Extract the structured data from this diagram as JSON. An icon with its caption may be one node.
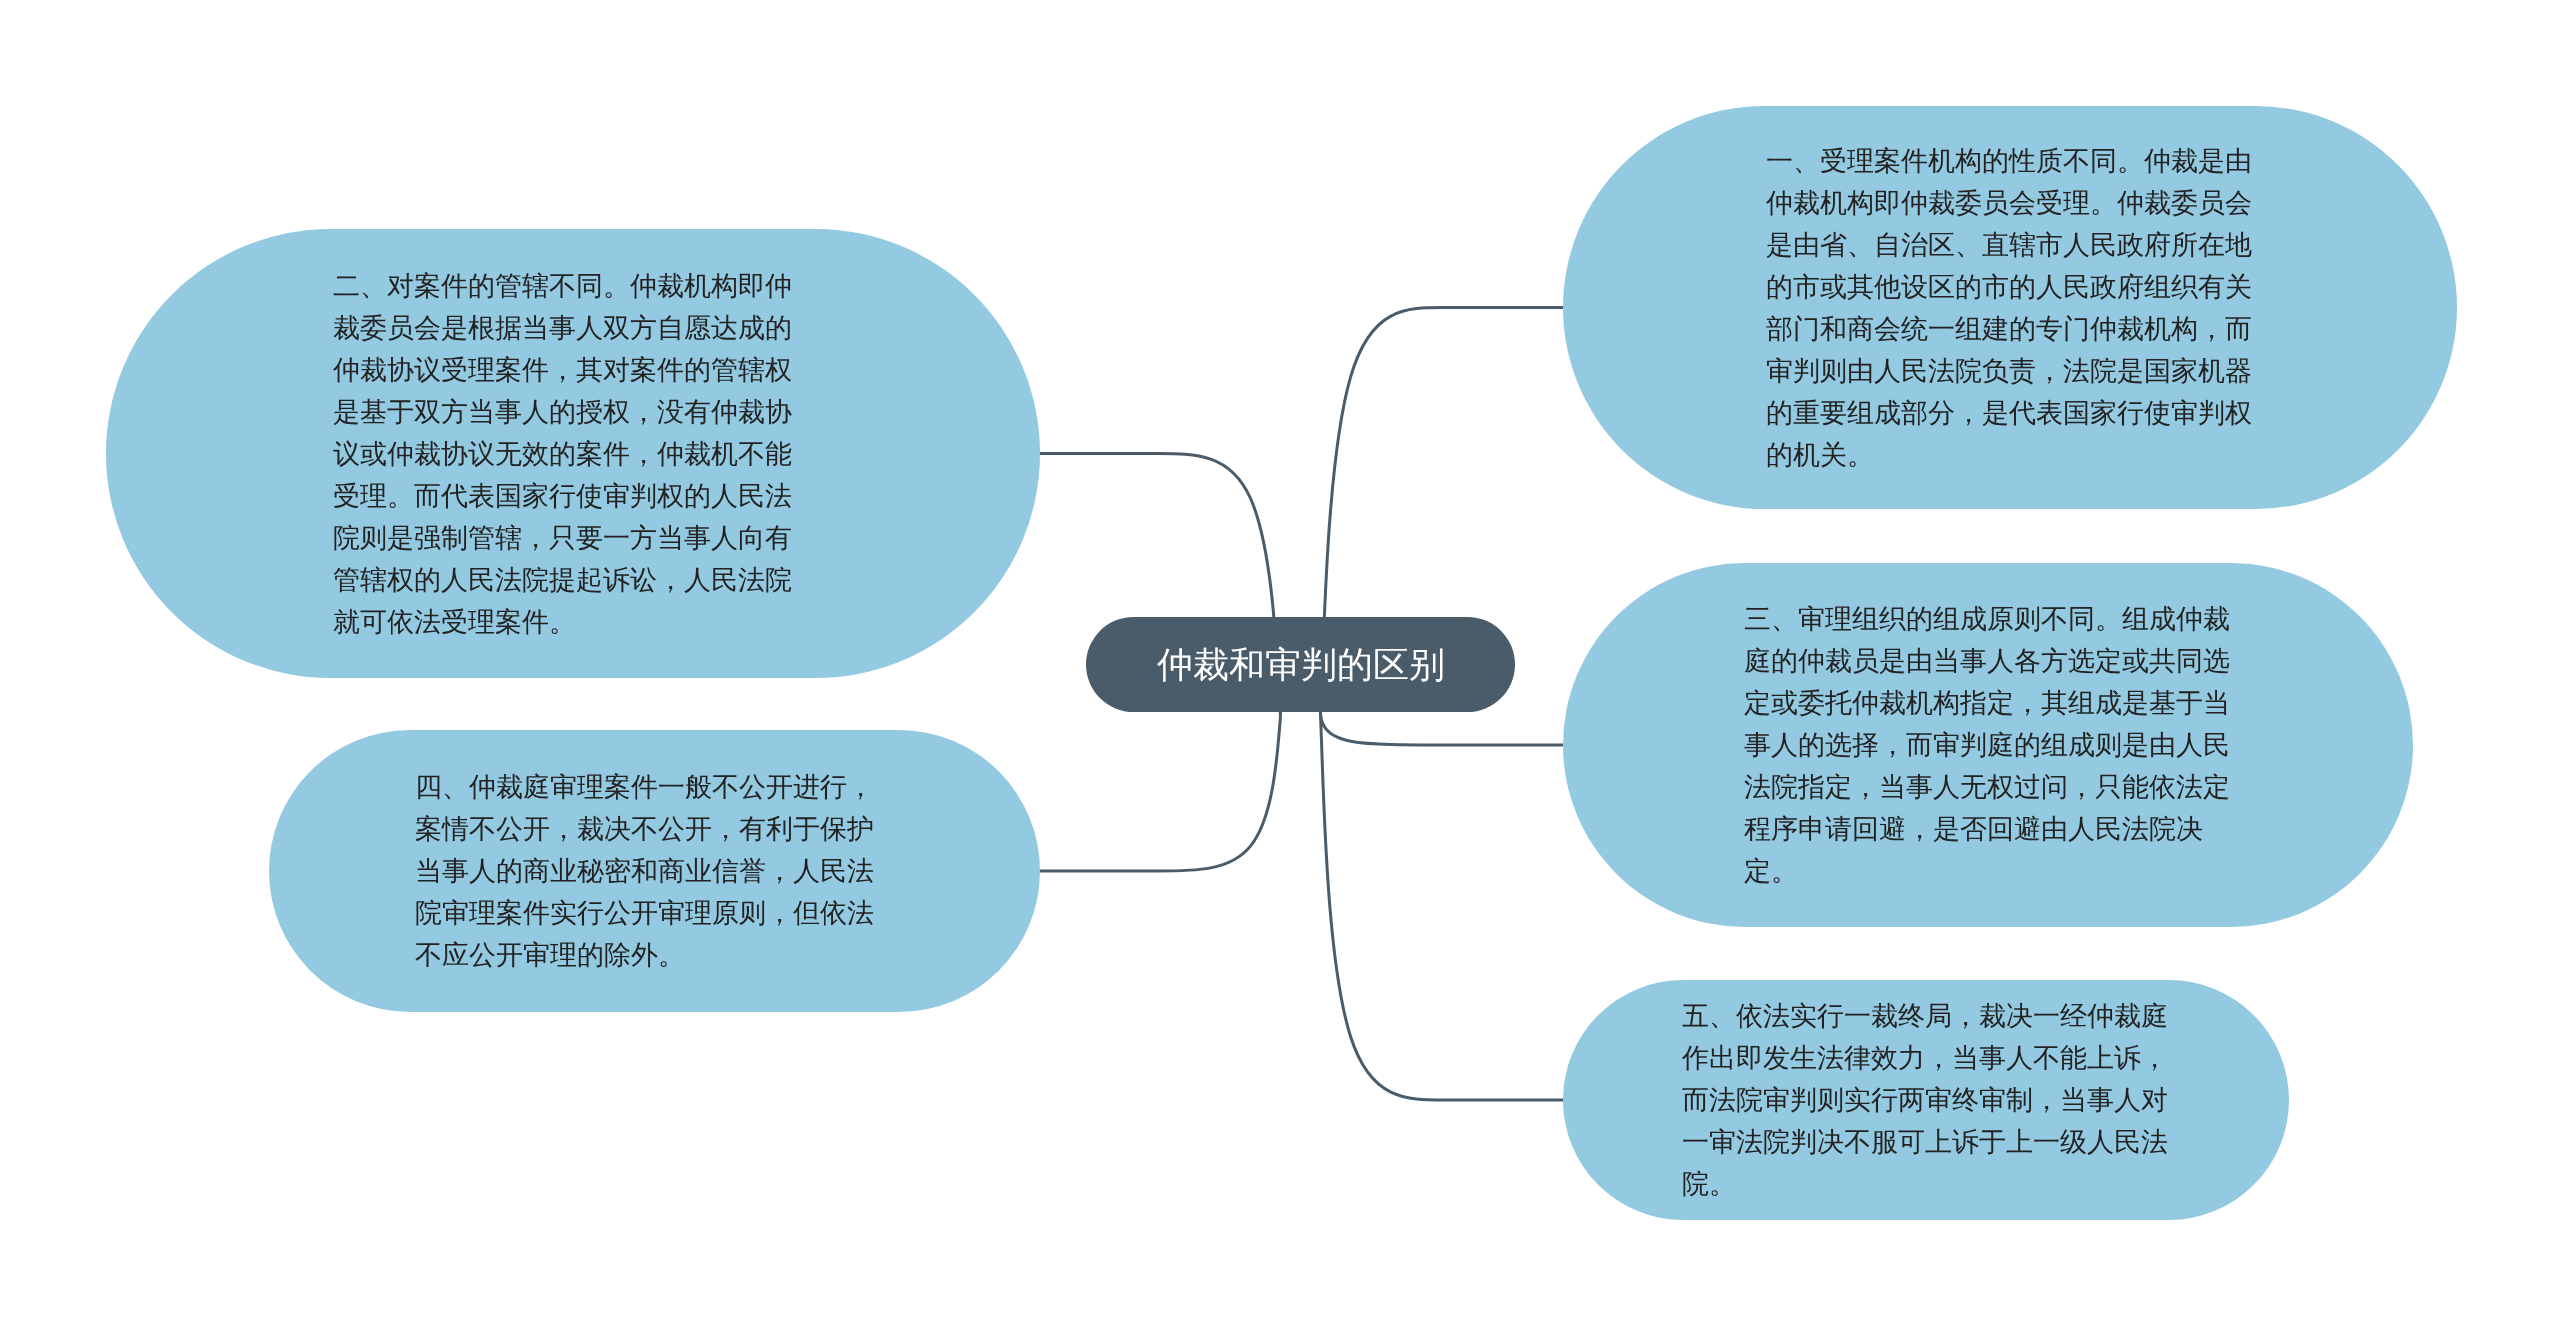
{
  "diagram": {
    "nodes": [
      {
        "text": [
          "仲裁和审判的区别"
        ]
      },
      {
        "text": [
          "一、受理案件机构的性质不同。仲裁是由仲裁机构即仲裁委员会受理。仲裁委员会是由省、自治区、直辖市人民政府所在地的市或其他设区的市的人民政府组织有关部门和商会统一组建的专门仲裁机构，而审判则由人民法院负责，法院是国家机器的重要组成部分，是代表国家行使审判权的机关。"
        ]
      },
      {
        "text": [
          "二、对案件的管辖不同。仲裁机构即仲裁委员会是根据当事人双方自愿达成的仲裁协议受理案件，其对案件的管辖权是基于双方当事人的授权，没有仲裁协议或仲裁协议无效的案件，仲裁机不能受理。而代表国家行使审判权的人民法院则是强制管辖，只要一方当事人向有管辖权的人民法院提起诉讼，人民法院就可依法受理案件。"
        ]
      },
      {
        "text": [
          "三、审理组织的组成原则不同。组成仲裁庭的仲裁员是由当事人各方选定或共同选定或委托仲裁机构指定，其组成是基于当事人的选择，而审判庭的组成则是由人民法院指定，当事人无权过问，只能依法定程序申请回避，是否回避由人民法院决定。"
        ]
      },
      {
        "text": [
          "四、仲裁庭审理案件一般不公开进行，案情不公开，裁决不公开，有利于保护当事人的商业秘密和商业信誉，人民法院审理案件实行公开审理原则，但依法不应公开审理的除外。"
        ]
      },
      {
        "text": [
          "五、依法实行一裁终局，裁决一经仲裁庭作出即发生法律效力，当事人不能上诉，而法院审判则实行两审终审制，当事人对一审法院判决不服可上诉于上一级人民法院。"
        ]
      }
    ],
    "edges": [
      {
        "from": 0,
        "to": 1,
        "arrow": "none"
      },
      {
        "from": 0,
        "to": 2,
        "arrow": "none"
      },
      {
        "from": 0,
        "to": 3,
        "arrow": "none"
      },
      {
        "from": 0,
        "to": 4,
        "arrow": "none"
      },
      {
        "from": 0,
        "to": 5,
        "arrow": "none"
      }
    ]
  }
}
